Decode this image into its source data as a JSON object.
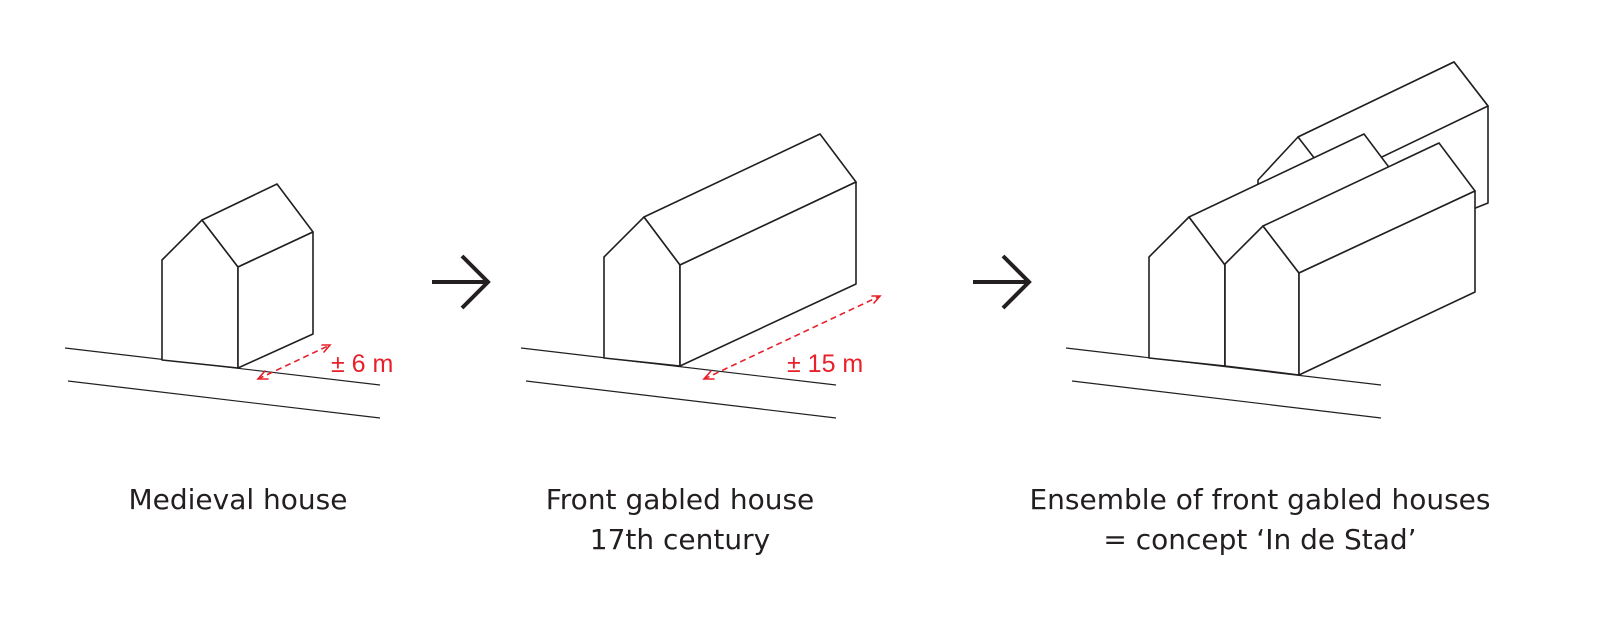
{
  "stages": [
    {
      "caption_line1": "Medieval house",
      "caption_line2": "",
      "dimension": "± 6 m"
    },
    {
      "caption_line1": "Front gabled house",
      "caption_line2": "17th century",
      "dimension": "± 15 m"
    },
    {
      "caption_line1": "Ensemble of front gabled houses",
      "caption_line2": "= concept ‘In de Stad’",
      "dimension": ""
    }
  ],
  "colors": {
    "line": "#231f20",
    "dimension": "#e8202a",
    "background": "#ffffff"
  },
  "icons": [
    "right-arrow-icon",
    "right-arrow-icon"
  ]
}
